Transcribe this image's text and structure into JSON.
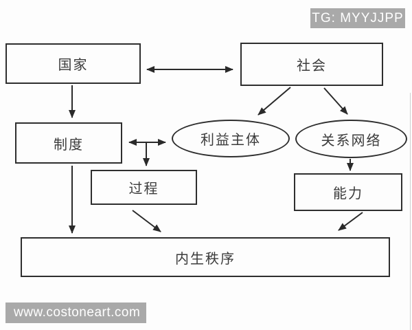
{
  "badges": {
    "tg": "TG: MYYJJPP",
    "watermark": "www.costoneart.com"
  },
  "diagram": {
    "nodes": {
      "state": {
        "label": "国家",
        "shape": "rect"
      },
      "society": {
        "label": "社会",
        "shape": "rect"
      },
      "institution": {
        "label": "制度",
        "shape": "rect"
      },
      "interest_subjects": {
        "label": "利益主体",
        "shape": "ellipse"
      },
      "relationship_network": {
        "label": "关系网络",
        "shape": "ellipse"
      },
      "process": {
        "label": "过程",
        "shape": "rect"
      },
      "capability": {
        "label": "能力",
        "shape": "rect"
      },
      "endogenous_order": {
        "label": "内生秩序",
        "shape": "rect"
      }
    },
    "edges": [
      {
        "from": "state",
        "to": "society",
        "direction": "both"
      },
      {
        "from": "state",
        "to": "institution",
        "direction": "down"
      },
      {
        "from": "institution",
        "to": "interest_subjects",
        "direction": "both"
      },
      {
        "from": "institution_interest_midpoint",
        "to": "process",
        "direction": "down"
      },
      {
        "from": "society",
        "to": "interest_subjects",
        "direction": "down"
      },
      {
        "from": "society",
        "to": "relationship_network",
        "direction": "down"
      },
      {
        "from": "relationship_network",
        "to": "capability",
        "direction": "down"
      },
      {
        "from": "institution",
        "to": "endogenous_order",
        "direction": "down"
      },
      {
        "from": "process",
        "to": "endogenous_order",
        "direction": "down"
      },
      {
        "from": "capability",
        "to": "endogenous_order",
        "direction": "down"
      }
    ],
    "colors": {
      "border": "#2e2e2e",
      "text": "#3b3b3b",
      "badge_bg": "#a9a9a9",
      "badge_text": "#ffffff",
      "background": "#fdfdfd"
    }
  }
}
